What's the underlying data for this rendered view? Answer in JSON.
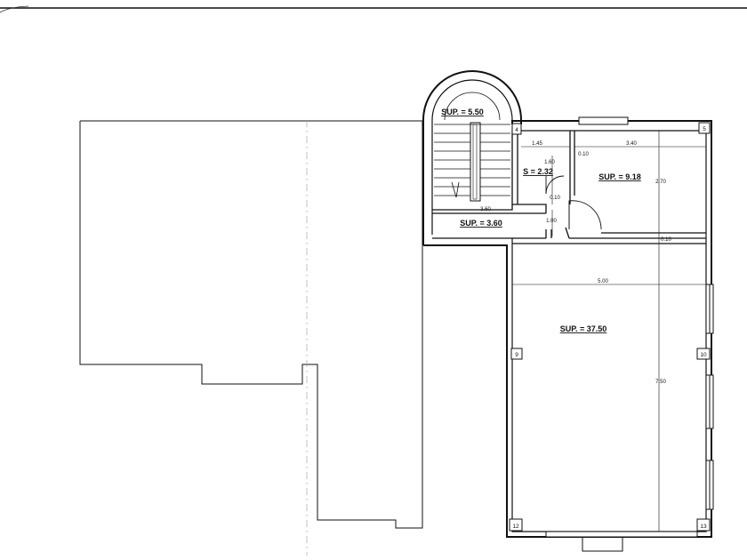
{
  "areas": {
    "stair": "SUP. = 5.50",
    "room_right_top": "SUP. = 9.18",
    "bath": "S = 2.32",
    "hall": "SUP. = 3.60",
    "main": "SUP. = 37.50"
  },
  "dimensions": {
    "d_1_45": "1.45",
    "d_3_40": "3.40",
    "d_1_60": "1.60",
    "d_0_10_a": "0.10",
    "d_0_10_b": "0.10",
    "d_0_10_c": "0.10",
    "d_2_70": "2.70",
    "d_3_60": "3.60",
    "d_1_00": "1.00",
    "d_5_00": "5.00",
    "d_7_50": "7.50"
  },
  "columns": {
    "c4": "4",
    "c5": "5",
    "c9": "9",
    "c10": "10",
    "c12": "12",
    "c13": "13"
  }
}
